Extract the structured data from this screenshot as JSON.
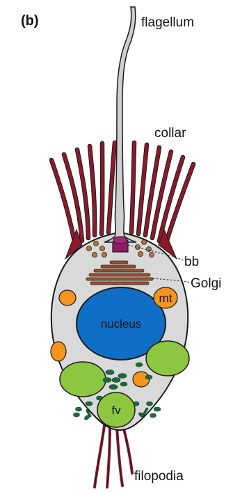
{
  "panel_label": "(b)",
  "labels": {
    "flagellum": "flagellum",
    "collar": "collar",
    "basal_body": "bb",
    "golgi": "Golgi",
    "mitochondrion": "mt",
    "nucleus": "nucleus",
    "food_vacuole": "fv",
    "filopodia": "filopodia"
  },
  "colors": {
    "cell_body": "#d9d9d9",
    "outline": "#1a1a1a",
    "collar_microvilli": "#8b1a2b",
    "nucleus": "#0f6fc6",
    "mitochondria": "#f7941d",
    "vacuoles": "#8dc63f",
    "granules": "#1b6b3a",
    "golgi": "#a0522d",
    "basal_body": "#8e1c63",
    "vesicles": "#b8743a",
    "flagellum": "#cfcfcf"
  }
}
